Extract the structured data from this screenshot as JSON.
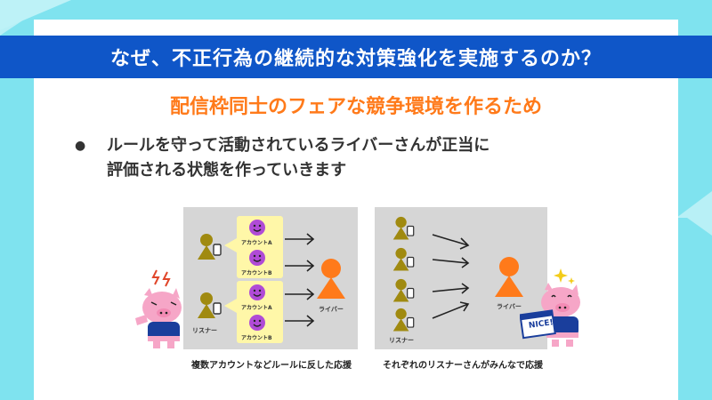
{
  "banner": {
    "title": "なぜ、不正行為の継続的な対策強化を実施するのか？"
  },
  "subtitle": "配信枠同士のフェアな競争環境を作るため",
  "bullet": {
    "dot": "●",
    "line1": "ルールを守って活動されているライバーさんが正当に",
    "line2": "評価される状態を作っていきます"
  },
  "left_panel": {
    "account_a": "アカウントA",
    "account_b": "アカウントB",
    "listener": "リスナー",
    "liver": "ライバー",
    "caption": "複数アカウントなどルールに反した応援"
  },
  "right_panel": {
    "listener": "リスナー",
    "liver": "ライバー",
    "caption": "それぞれのリスナーさんがみんなで応援"
  },
  "mascot_sign": "NICE!",
  "colors": {
    "background": "#7fe3ef",
    "banner": "#0f56c8",
    "accent_orange": "#ff7a1a",
    "listener_olive": "#a08a10",
    "account_purple": "#b04bd6",
    "panel_gray": "#d6d6d6"
  }
}
